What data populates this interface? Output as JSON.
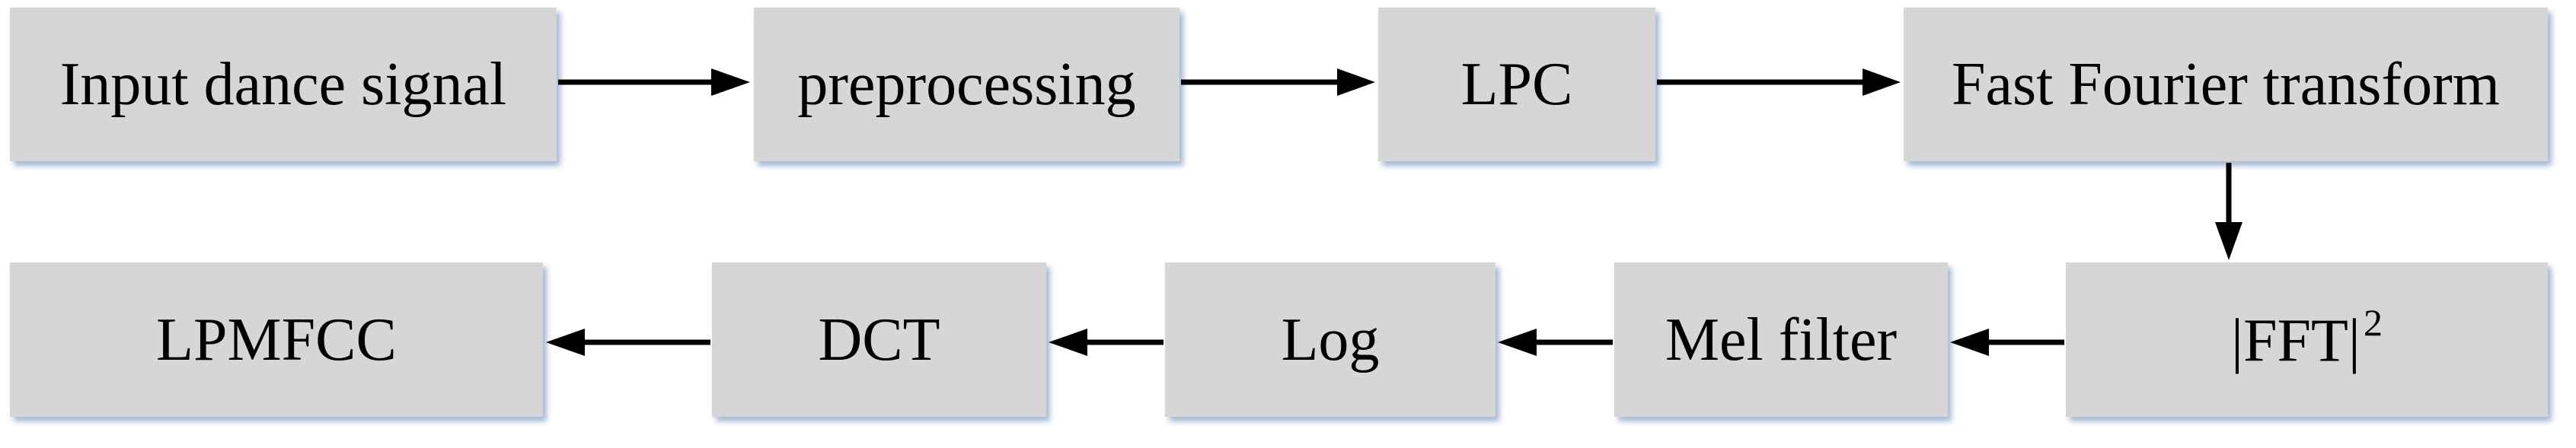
{
  "diagram": {
    "boxes": {
      "input": "Input dance signal",
      "preprocessing": "preprocessing",
      "lpc": "LPC",
      "fft": "Fast Fourier transform",
      "fft_power": "|FFT|",
      "fft_power_exp": "2",
      "mel": "Mel filter",
      "log": "Log",
      "dct": "DCT",
      "lpmfcc": "LPMFCC"
    },
    "colors": {
      "box_fill": "#d6d6d6",
      "box_shadow": "#96aacd",
      "arrow": "#000000",
      "text": "#000000"
    }
  }
}
